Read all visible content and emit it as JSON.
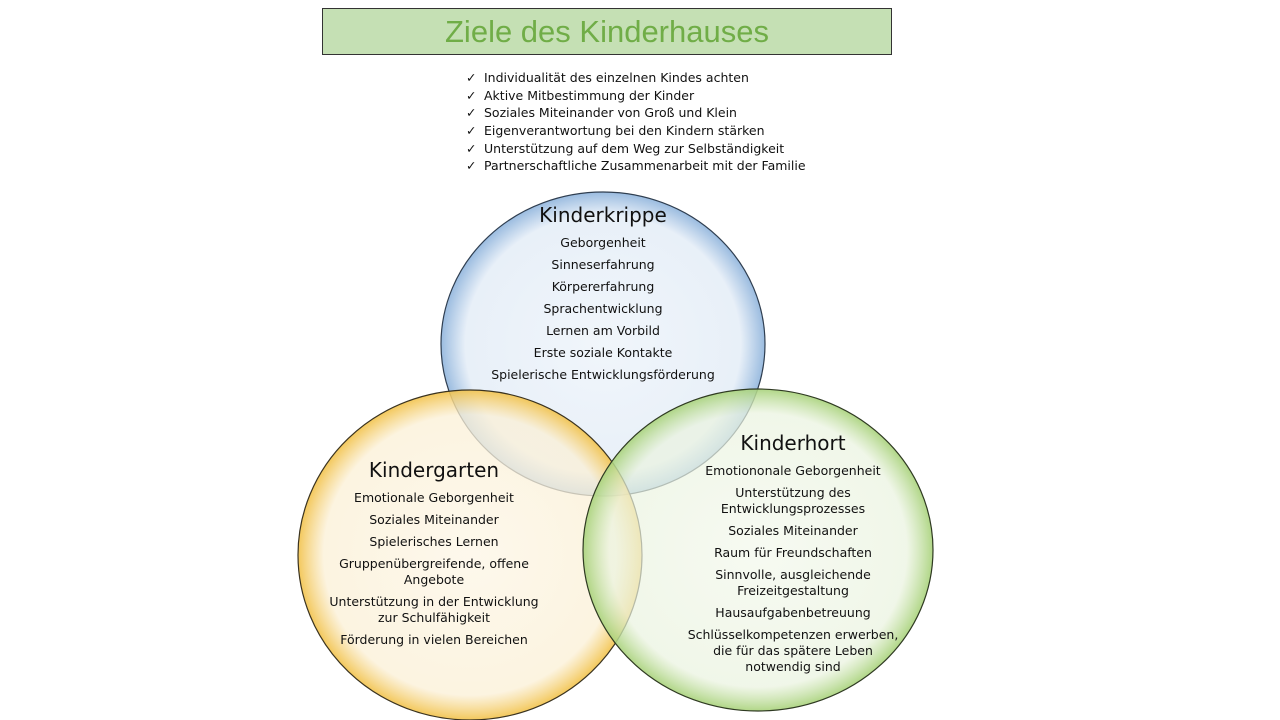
{
  "title": "Ziele des Kinderhauses",
  "goals": [
    "Individualität des einzelnen Kindes achten",
    "Aktive Mitbestimmung der Kinder",
    "Soziales Miteinander von Groß und Klein",
    "Eigenverantwortung bei den Kindern stärken",
    "Unterstützung auf dem Weg zur Selbständigkeit",
    "Partnerschaftliche Zusammenarbeit mit der Familie"
  ],
  "check_icon": "✓",
  "kinderkrippe": {
    "title": "Kinderkrippe",
    "color": "#4f81bd",
    "items": [
      "Geborgenheit",
      "Sinneserfahrung",
      "Körpererfahrung",
      "Sprachentwicklung",
      "Lernen am Vorbild",
      "Erste soziale Kontakte",
      "Spielerische Entwicklungsförderung"
    ]
  },
  "kindergarten": {
    "title": "Kindergarten",
    "color": "#f0b400",
    "items": [
      "Emotionale Geborgenheit",
      "Soziales Miteinander",
      "Spielerisches Lernen",
      "Gruppenübergreifende, offene Angebote",
      "Unterstützung in der Entwicklung zur Schulfähigkeit",
      "Förderung in vielen Bereichen"
    ]
  },
  "kinderhort": {
    "title": "Kinderhort",
    "color": "#8cc152",
    "items": [
      "Emotiononale Geborgenheit",
      "Unterstützung des Entwicklungsprozesses",
      "Soziales Miteinander",
      "Raum für Freundschaften",
      "Sinnvolle, ausgleichende Freizeitgestaltung",
      "Hausaufgabenbetreuung",
      "Schlüsselkompetenzen erwerben, die für das spätere Leben notwendig sind"
    ]
  }
}
